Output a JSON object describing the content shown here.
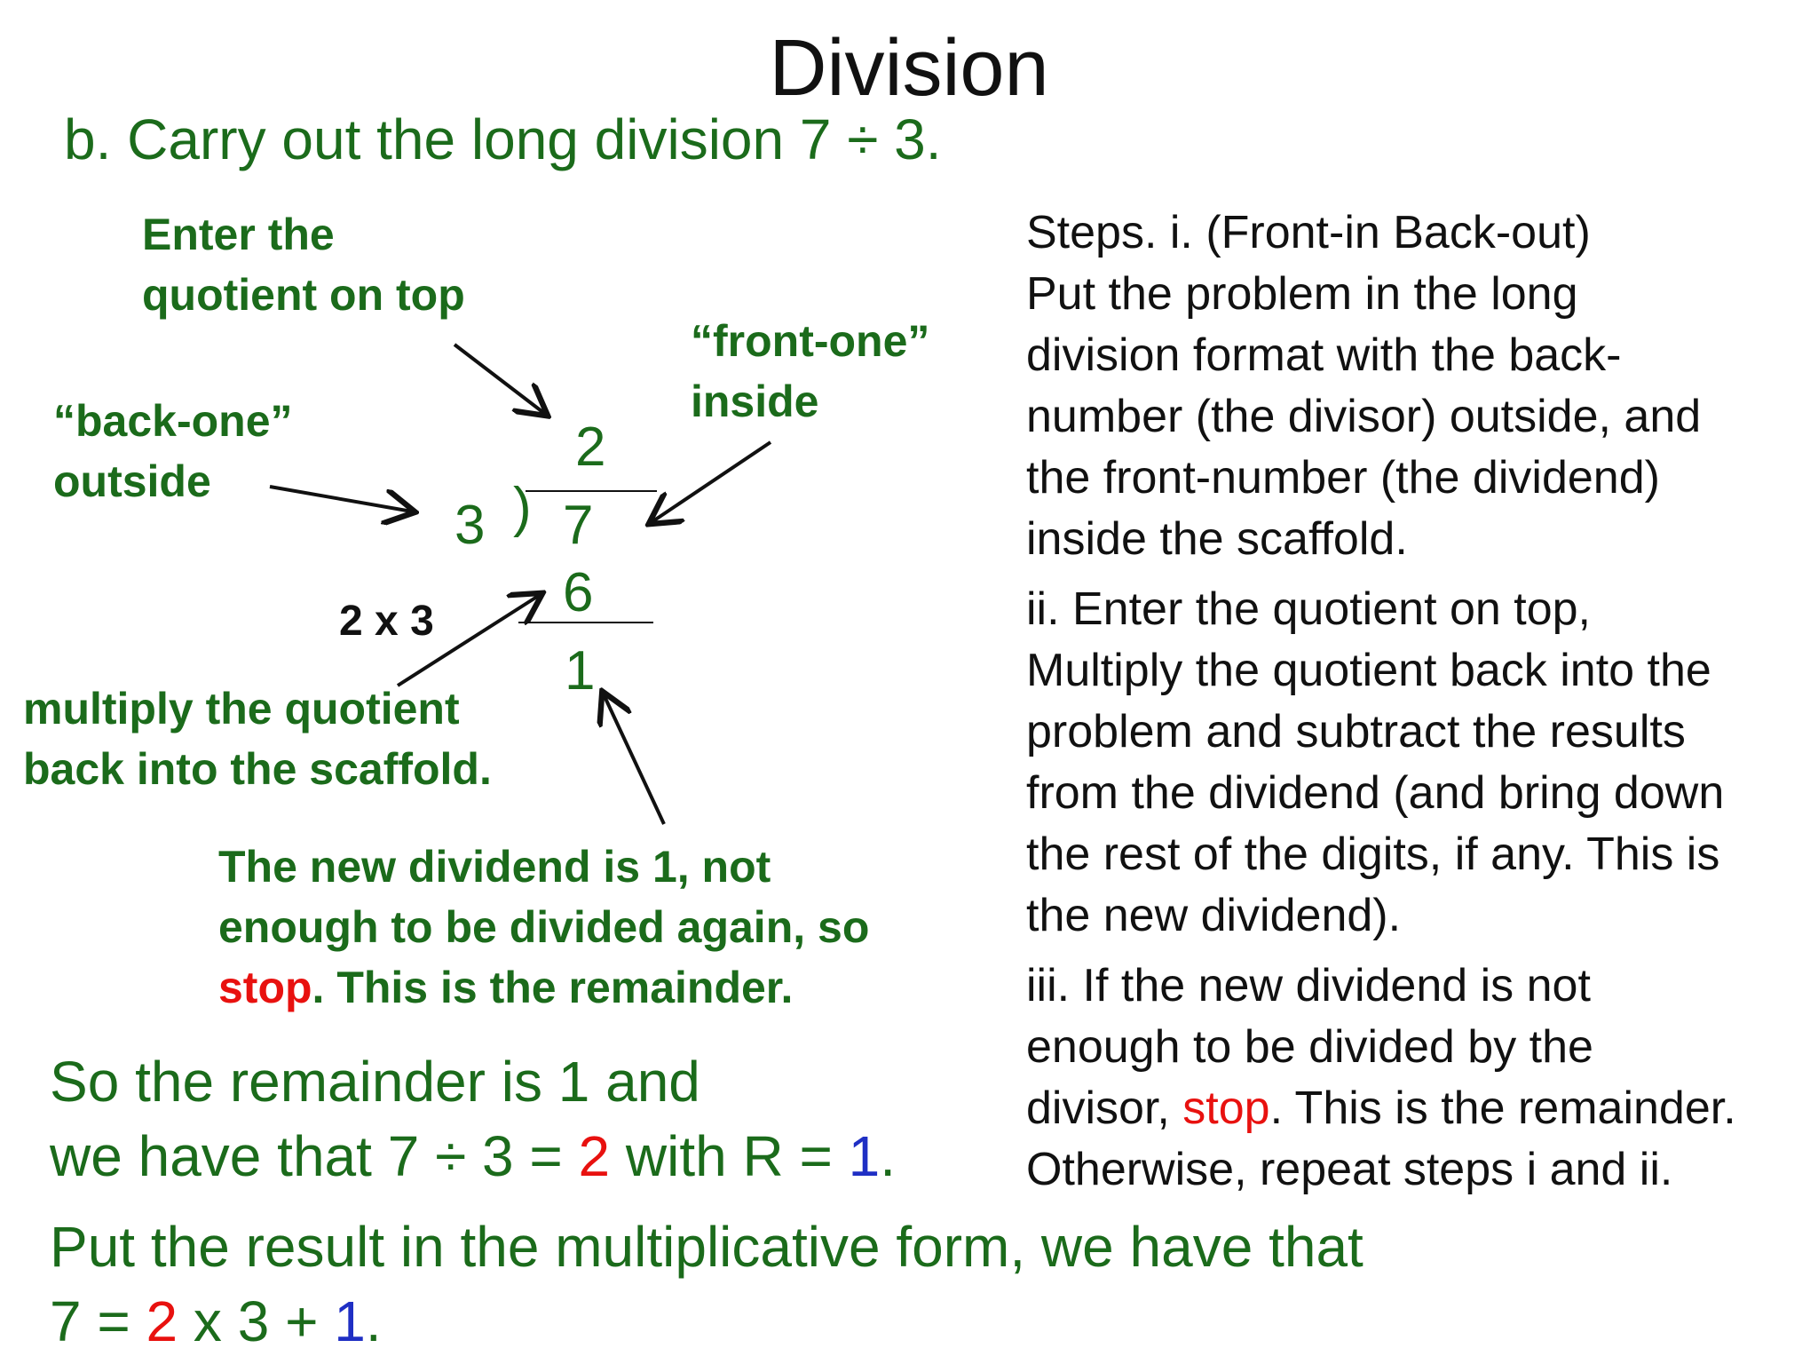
{
  "title": "Division",
  "subtitle": "b. Carry out the long division 7 ÷ 3.",
  "labels": {
    "enter_quotient_1": "Enter the",
    "enter_quotient_2": "quotient on top",
    "front_one_1": "“front-one”",
    "front_one_2": "inside",
    "back_one_1": "“back-one”",
    "back_one_2": "outside",
    "two_times_three": "2 x 3",
    "multiply_1": "multiply the quotient",
    "multiply_2": "back into the scaffold.",
    "new_dividend_1": "The new dividend is 1, not",
    "new_dividend_2": "enough to be divided again, so",
    "new_dividend_stop": "stop",
    "new_dividend_3": ". This is the remainder."
  },
  "long_division": {
    "quotient": "2",
    "divisor": "3",
    "bracket": ")",
    "dividend": "7",
    "product": "6",
    "remainder": "1"
  },
  "steps": {
    "i_lines": [
      "Steps. i.  (Front-in Back-out)",
      "Put the problem in the long",
      "division format with the back-",
      "number (the divisor) outside, and",
      "the front-number (the dividend)",
      "inside the scaffold."
    ],
    "ii_lines": [
      "ii. Enter the quotient on top,",
      "Multiply the quotient back into the",
      "problem and subtract the results",
      "from the dividend (and bring down",
      "the rest of the digits, if any. This is",
      "the new dividend)."
    ],
    "iii_line1": "iii. If the new dividend is not",
    "iii_line2": "enough to be divided by the",
    "iii_line3_pre": "divisor, ",
    "iii_line3_stop": "stop",
    "iii_line3_post": ". This is the remainder.",
    "iii_line4": "Otherwise, repeat steps i and ii."
  },
  "conclusion": {
    "line1": "So the remainder is 1 and",
    "line2_pre": "we have that 7 ÷ 3 = ",
    "line2_q": "2",
    "line2_mid": " with R = ",
    "line2_r": "1",
    "line2_end": "."
  },
  "multiplicative": {
    "line1": "Put the result in the multiplicative form, we have that",
    "line2_pre": "7 = ",
    "line2_q": "2",
    "line2_mid": " x 3 + ",
    "line2_r": "1",
    "line2_end": "."
  },
  "colors": {
    "green": "#1b6b1b",
    "red": "#e8110f",
    "blue": "#1f2fc4",
    "black": "#111111"
  }
}
